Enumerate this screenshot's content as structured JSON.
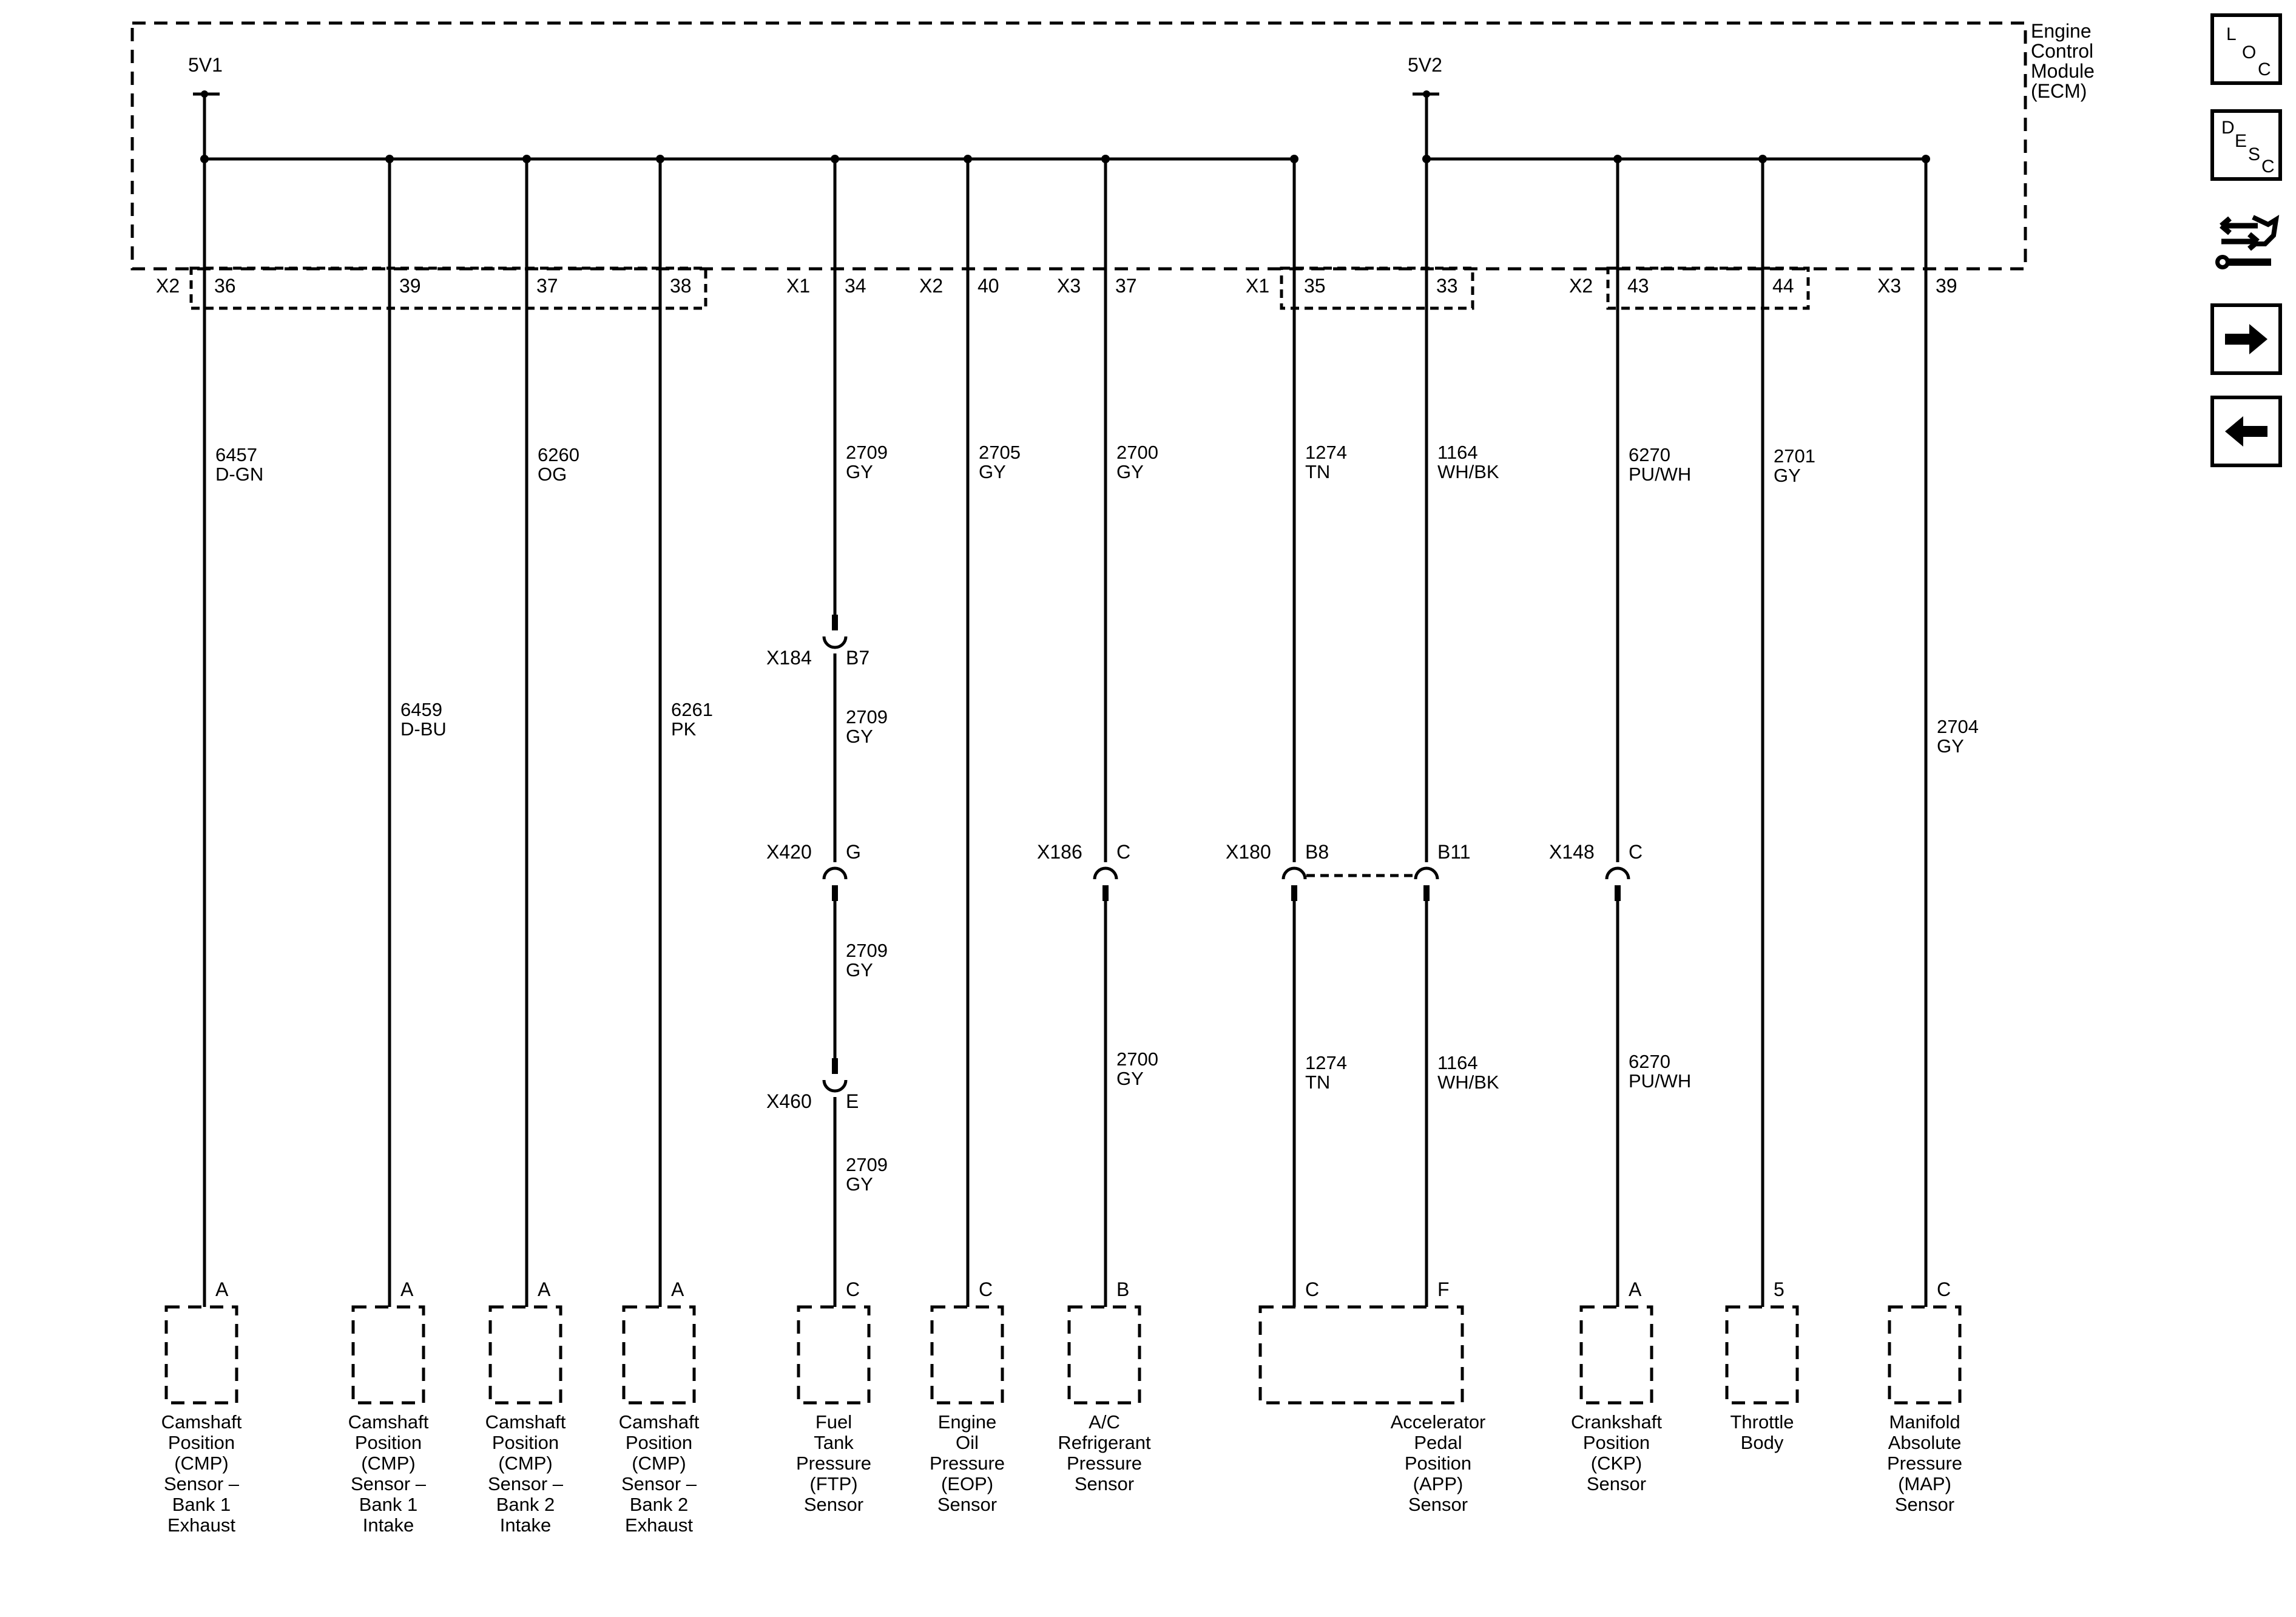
{
  "module": {
    "lines": [
      "Engine",
      "Control",
      "Module",
      "(ECM)"
    ]
  },
  "supplies": {
    "v1": "5V1",
    "v2": "5V2"
  },
  "circuits": [
    {
      "name": "cmp-bank1-exhaust",
      "conn": "X2",
      "pin": "36",
      "num": "6457",
      "color": "D-GN",
      "sensor_pin": "A",
      "sensor": [
        "Camshaft",
        "Position",
        "(CMP)",
        "Sensor –",
        "Bank 1",
        "Exhaust"
      ]
    },
    {
      "name": "cmp-bank1-intake",
      "conn": "",
      "pin": "39",
      "num": "6459",
      "color": "D-BU",
      "sensor_pin": "A",
      "sensor": [
        "Camshaft",
        "Position",
        "(CMP)",
        "Sensor –",
        "Bank 1",
        "Intake"
      ]
    },
    {
      "name": "cmp-bank2-intake",
      "conn": "",
      "pin": "37",
      "num": "6260",
      "color": "OG",
      "sensor_pin": "A",
      "sensor": [
        "Camshaft",
        "Position",
        "(CMP)",
        "Sensor –",
        "Bank 2",
        "Intake"
      ]
    },
    {
      "name": "cmp-bank2-exhaust",
      "conn": "",
      "pin": "38",
      "num": "6261",
      "color": "PK",
      "sensor_pin": "A",
      "sensor": [
        "Camshaft",
        "Position",
        "(CMP)",
        "Sensor –",
        "Bank 2",
        "Exhaust"
      ]
    },
    {
      "name": "ftp",
      "conn": "X1",
      "pin": "34",
      "num": "2709",
      "color": "GY",
      "sensor_pin": "C",
      "sensor": [
        "Fuel",
        "Tank",
        "Pressure",
        "(FTP)",
        "Sensor"
      ],
      "inline": [
        {
          "conn": "X184",
          "pin": "B7",
          "num": "2709",
          "color": "GY"
        },
        {
          "conn": "X420",
          "pin": "G",
          "num": "2709",
          "color": "GY"
        },
        {
          "conn": "X460",
          "pin": "E",
          "num": "2709",
          "color": "GY"
        }
      ]
    },
    {
      "name": "eop",
      "conn": "X2",
      "pin": "40",
      "num": "2705",
      "color": "GY",
      "sensor_pin": "C",
      "sensor": [
        "Engine",
        "Oil",
        "Pressure",
        "(EOP)",
        "Sensor"
      ]
    },
    {
      "name": "ac-refrigerant",
      "conn": "X3",
      "pin": "37",
      "num": "2700",
      "color": "GY",
      "sensor_pin": "B",
      "sensor": [
        "A/C",
        "Refrigerant",
        "Pressure",
        "Sensor"
      ],
      "inline": [
        {
          "conn": "X186",
          "pin": "C",
          "num": "2700",
          "color": "GY"
        }
      ]
    },
    {
      "name": "app-c",
      "conn": "X1",
      "pin": "35",
      "num": "1274",
      "color": "TN",
      "sensor_pin": "C",
      "inline": [
        {
          "conn": "X180",
          "pin": "B8",
          "num": "1274",
          "color": "TN"
        }
      ]
    },
    {
      "name": "app-f",
      "conn": "",
      "pin": "33",
      "num": "1164",
      "color": "WH/BK",
      "sensor_pin": "F",
      "inline": [
        {
          "conn": "",
          "pin": "B11",
          "num": "1164",
          "color": "WH/BK"
        }
      ]
    },
    {
      "name": "ckp",
      "conn": "X2",
      "pin": "43",
      "num": "6270",
      "color": "PU/WH",
      "sensor_pin": "A",
      "sensor": [
        "Crankshaft",
        "Position",
        "(CKP)",
        "Sensor"
      ],
      "inline": [
        {
          "conn": "X148",
          "pin": "C",
          "num": "6270",
          "color": "PU/WH"
        }
      ]
    },
    {
      "name": "throttle-body",
      "conn": "",
      "pin": "44",
      "num": "2701",
      "color": "GY",
      "sensor_pin": "5",
      "sensor": [
        "Throttle",
        "Body"
      ]
    },
    {
      "name": "map",
      "conn": "X3",
      "pin": "39",
      "num": "2704",
      "color": "GY",
      "sensor_pin": "C",
      "sensor": [
        "Manifold",
        "Absolute",
        "Pressure",
        "(MAP)",
        "Sensor"
      ]
    }
  ],
  "app_sensor": [
    "Accelerator",
    "Pedal",
    "Position",
    "(APP)",
    "Sensor"
  ],
  "sidebar": {
    "loc": {
      "l1": "L",
      "l2": "O",
      "l3": "C"
    },
    "desc": {
      "l1": "D",
      "l2": "E",
      "l3": "S",
      "l4": "C"
    },
    "icons": [
      "connector-tool-icon",
      "arrow-right-icon",
      "arrow-left-icon"
    ]
  }
}
